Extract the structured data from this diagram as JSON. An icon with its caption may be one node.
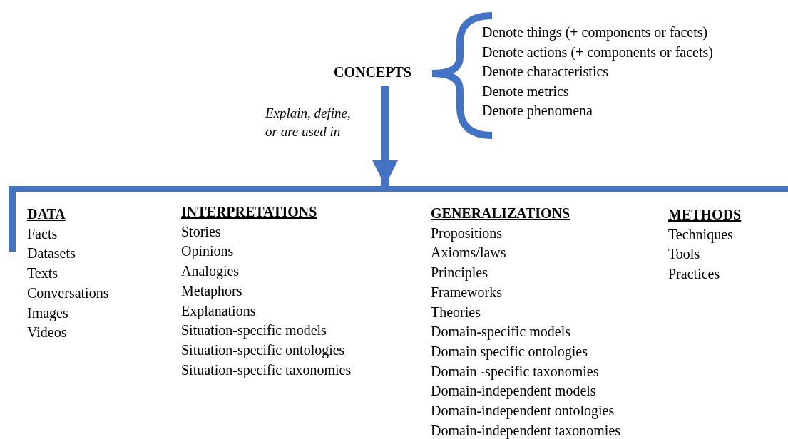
{
  "diagram": {
    "nodes": [
      {
        "text": [
          "CONCEPTS"
        ]
      },
      {
        "text": [],
        "shape": "bar"
      },
      {
        "text": [
          "DATA",
          "Facts",
          "Datasets",
          "Texts",
          "Conversations",
          "Images",
          "Videos"
        ]
      },
      {
        "text": [
          "INTERPRETATIONS",
          "Stories",
          "Opinions",
          "Analogies",
          "Metaphors",
          "Explanations",
          "Situation-specific models",
          "Situation-specific ontologies",
          "Situation-specific taxonomies"
        ]
      },
      {
        "text": [
          "GENERALIZATIONS",
          "Propositions",
          "Axioms/laws",
          "Principles",
          "Frameworks",
          "Theories",
          "Domain-specific models",
          "Domain specific ontologies",
          "Domain -specific taxonomies",
          "Domain-independent models",
          "Domain-independent ontologies",
          "Domain-independent taxonomies"
        ]
      },
      {
        "text": [
          "METHODS",
          "Techniques",
          "Tools",
          "Practices"
        ]
      }
    ],
    "edges": [
      {
        "from": 0,
        "to": 1,
        "arrow": "to",
        "label": "Explain, define, or are used in"
      }
    ],
    "labels": [
      "Denote things (+ components or facets)",
      "Denote actions (+ components or facets)",
      "Denote characteristics",
      "Denote metrics",
      "Denote phenomena"
    ]
  }
}
